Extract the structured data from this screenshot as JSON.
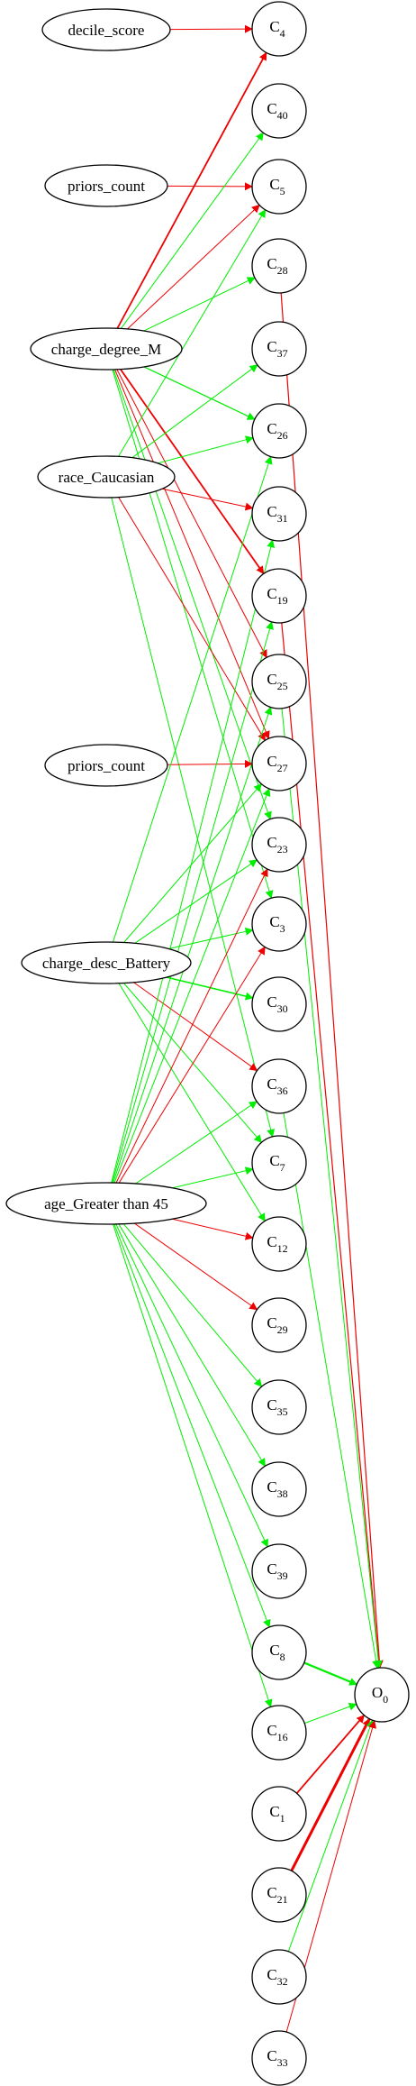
{
  "inputs": [
    {
      "id": "in_decile",
      "label": "decile_score"
    },
    {
      "id": "in_priors1",
      "label": "priors_count"
    },
    {
      "id": "in_charge_m",
      "label": "charge_degree_M"
    },
    {
      "id": "in_race",
      "label": "race_Caucasian"
    },
    {
      "id": "in_priors2",
      "label": "priors_count"
    },
    {
      "id": "in_battery",
      "label": "charge_desc_Battery"
    },
    {
      "id": "in_age",
      "label": "age_Greater than 45"
    }
  ],
  "hidden": [
    {
      "id": "c4",
      "base": "C",
      "sub": "4"
    },
    {
      "id": "c40",
      "base": "C",
      "sub": "40"
    },
    {
      "id": "c5",
      "base": "C",
      "sub": "5"
    },
    {
      "id": "c28",
      "base": "C",
      "sub": "28"
    },
    {
      "id": "c37",
      "base": "C",
      "sub": "37"
    },
    {
      "id": "c26",
      "base": "C",
      "sub": "26"
    },
    {
      "id": "c31",
      "base": "C",
      "sub": "31"
    },
    {
      "id": "c19",
      "base": "C",
      "sub": "19"
    },
    {
      "id": "c25",
      "base": "C",
      "sub": "25"
    },
    {
      "id": "c27",
      "base": "C",
      "sub": "27"
    },
    {
      "id": "c23",
      "base": "C",
      "sub": "23"
    },
    {
      "id": "c3",
      "base": "C",
      "sub": "3"
    },
    {
      "id": "c30",
      "base": "C",
      "sub": "30"
    },
    {
      "id": "c36",
      "base": "C",
      "sub": "36"
    },
    {
      "id": "c7",
      "base": "C",
      "sub": "7"
    },
    {
      "id": "c12",
      "base": "C",
      "sub": "12"
    },
    {
      "id": "c29",
      "base": "C",
      "sub": "29"
    },
    {
      "id": "c35",
      "base": "C",
      "sub": "35"
    },
    {
      "id": "c38",
      "base": "C",
      "sub": "38"
    },
    {
      "id": "c39",
      "base": "C",
      "sub": "39"
    },
    {
      "id": "c8",
      "base": "C",
      "sub": "8"
    },
    {
      "id": "c16",
      "base": "C",
      "sub": "16"
    },
    {
      "id": "c1",
      "base": "C",
      "sub": "1"
    },
    {
      "id": "c21",
      "base": "C",
      "sub": "21"
    },
    {
      "id": "c32",
      "base": "C",
      "sub": "32"
    },
    {
      "id": "c33",
      "base": "C",
      "sub": "33"
    }
  ],
  "output": {
    "id": "o0",
    "base": "O",
    "sub": "0"
  },
  "colors": {
    "positive": "#00ee00",
    "negative": "#ee0000"
  },
  "edges": [
    {
      "from": "in_decile",
      "to": "c4",
      "sign": "neg",
      "w": 1
    },
    {
      "from": "in_priors1",
      "to": "c5",
      "sign": "neg",
      "w": 1
    },
    {
      "from": "in_charge_m",
      "to": "c4",
      "sign": "neg",
      "w": 1.8
    },
    {
      "from": "in_charge_m",
      "to": "c40",
      "sign": "pos",
      "w": 1
    },
    {
      "from": "in_charge_m",
      "to": "c5",
      "sign": "neg",
      "w": 1
    },
    {
      "from": "in_charge_m",
      "to": "c28",
      "sign": "pos",
      "w": 1
    },
    {
      "from": "in_charge_m",
      "to": "c26",
      "sign": "pos",
      "w": 1.2
    },
    {
      "from": "in_charge_m",
      "to": "c19",
      "sign": "neg",
      "w": 1.8
    },
    {
      "from": "in_charge_m",
      "to": "c25",
      "sign": "neg",
      "w": 1
    },
    {
      "from": "in_charge_m",
      "to": "c27",
      "sign": "neg",
      "w": 1
    },
    {
      "from": "in_charge_m",
      "to": "c23",
      "sign": "pos",
      "w": 1
    },
    {
      "from": "in_charge_m",
      "to": "c3",
      "sign": "pos",
      "w": 1
    },
    {
      "from": "in_race",
      "to": "c5",
      "sign": "pos",
      "w": 1
    },
    {
      "from": "in_race",
      "to": "c37",
      "sign": "pos",
      "w": 1
    },
    {
      "from": "in_race",
      "to": "c26",
      "sign": "pos",
      "w": 1
    },
    {
      "from": "in_race",
      "to": "c31",
      "sign": "neg",
      "w": 1
    },
    {
      "from": "in_race",
      "to": "c27",
      "sign": "neg",
      "w": 1
    },
    {
      "from": "in_race",
      "to": "c7",
      "sign": "pos",
      "w": 1
    },
    {
      "from": "in_priors2",
      "to": "c27",
      "sign": "neg",
      "w": 1
    },
    {
      "from": "in_battery",
      "to": "c26",
      "sign": "pos",
      "w": 1
    },
    {
      "from": "in_battery",
      "to": "c27",
      "sign": "pos",
      "w": 1
    },
    {
      "from": "in_battery",
      "to": "c23",
      "sign": "pos",
      "w": 1
    },
    {
      "from": "in_battery",
      "to": "c3",
      "sign": "pos",
      "w": 1
    },
    {
      "from": "in_battery",
      "to": "c30",
      "sign": "pos",
      "w": 1.5
    },
    {
      "from": "in_battery",
      "to": "c36",
      "sign": "neg",
      "w": 1
    },
    {
      "from": "in_battery",
      "to": "c7",
      "sign": "pos",
      "w": 1
    },
    {
      "from": "in_battery",
      "to": "c12",
      "sign": "pos",
      "w": 1
    },
    {
      "from": "in_age",
      "to": "c31",
      "sign": "pos",
      "w": 1
    },
    {
      "from": "in_age",
      "to": "c19",
      "sign": "pos",
      "w": 1
    },
    {
      "from": "in_age",
      "to": "c25",
      "sign": "pos",
      "w": 1
    },
    {
      "from": "in_age",
      "to": "c27",
      "sign": "pos",
      "w": 1
    },
    {
      "from": "in_age",
      "to": "c23",
      "sign": "neg",
      "w": 1
    },
    {
      "from": "in_age",
      "to": "c3",
      "sign": "neg",
      "w": 1
    },
    {
      "from": "in_age",
      "to": "c36",
      "sign": "pos",
      "w": 1
    },
    {
      "from": "in_age",
      "to": "c7",
      "sign": "pos",
      "w": 1
    },
    {
      "from": "in_age",
      "to": "c12",
      "sign": "neg",
      "w": 1
    },
    {
      "from": "in_age",
      "to": "c29",
      "sign": "neg",
      "w": 1
    },
    {
      "from": "in_age",
      "to": "c35",
      "sign": "pos",
      "w": 1
    },
    {
      "from": "in_age",
      "to": "c38",
      "sign": "pos",
      "w": 1
    },
    {
      "from": "in_age",
      "to": "c39",
      "sign": "pos",
      "w": 1
    },
    {
      "from": "in_age",
      "to": "c8",
      "sign": "pos",
      "w": 1
    },
    {
      "from": "in_age",
      "to": "c16",
      "sign": "pos",
      "w": 1
    },
    {
      "from": "c28",
      "to": "o0",
      "sign": "neg",
      "w": 1.2
    },
    {
      "from": "c19",
      "to": "o0",
      "sign": "neg",
      "w": 1.2
    },
    {
      "from": "c25",
      "to": "o0",
      "sign": "pos",
      "w": 1
    },
    {
      "from": "c36",
      "to": "o0",
      "sign": "pos",
      "w": 1
    },
    {
      "from": "c8",
      "to": "o0",
      "sign": "pos",
      "w": 2.2
    },
    {
      "from": "c16",
      "to": "o0",
      "sign": "pos",
      "w": 1
    },
    {
      "from": "c1",
      "to": "o0",
      "sign": "neg",
      "w": 1.8
    },
    {
      "from": "c21",
      "to": "o0",
      "sign": "neg",
      "w": 3
    },
    {
      "from": "c32",
      "to": "o0",
      "sign": "pos",
      "w": 1
    },
    {
      "from": "c33",
      "to": "o0",
      "sign": "neg",
      "w": 1
    }
  ]
}
